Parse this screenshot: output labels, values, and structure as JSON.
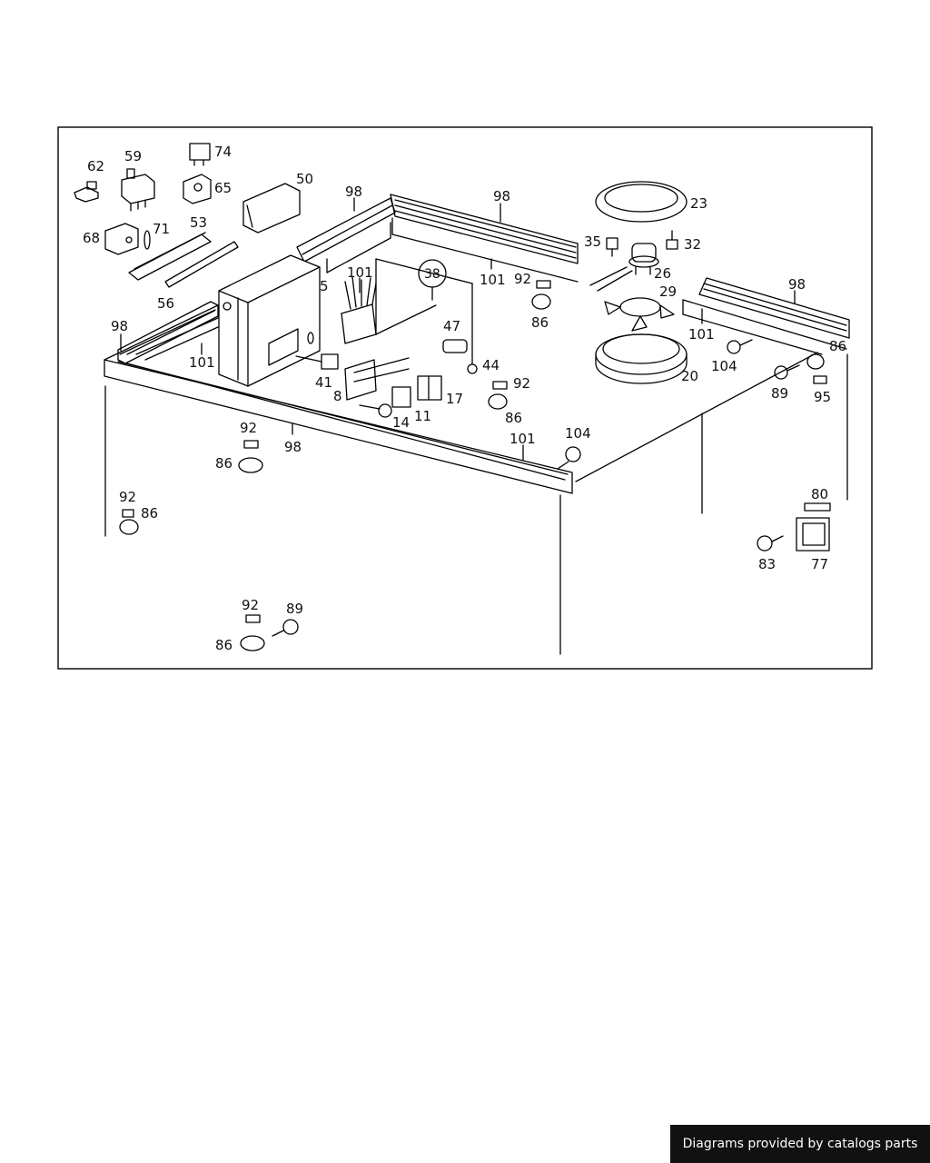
{
  "diagram": {
    "callouts": [
      "62",
      "59",
      "74",
      "65",
      "50",
      "68",
      "71",
      "53",
      "56",
      "98",
      "98",
      "98",
      "98",
      "98",
      "23",
      "35",
      "32",
      "26",
      "29",
      "101",
      "101",
      "101",
      "101",
      "101",
      "5",
      "38",
      "92",
      "86",
      "47",
      "44",
      "41",
      "8",
      "14",
      "11",
      "17",
      "92",
      "86",
      "20",
      "104",
      "89",
      "95",
      "86",
      "104",
      "92",
      "86",
      "92",
      "86",
      "80",
      "83",
      "77",
      "92",
      "89",
      "86"
    ]
  },
  "footer": {
    "credit": "Diagrams provided by catalogs parts"
  }
}
